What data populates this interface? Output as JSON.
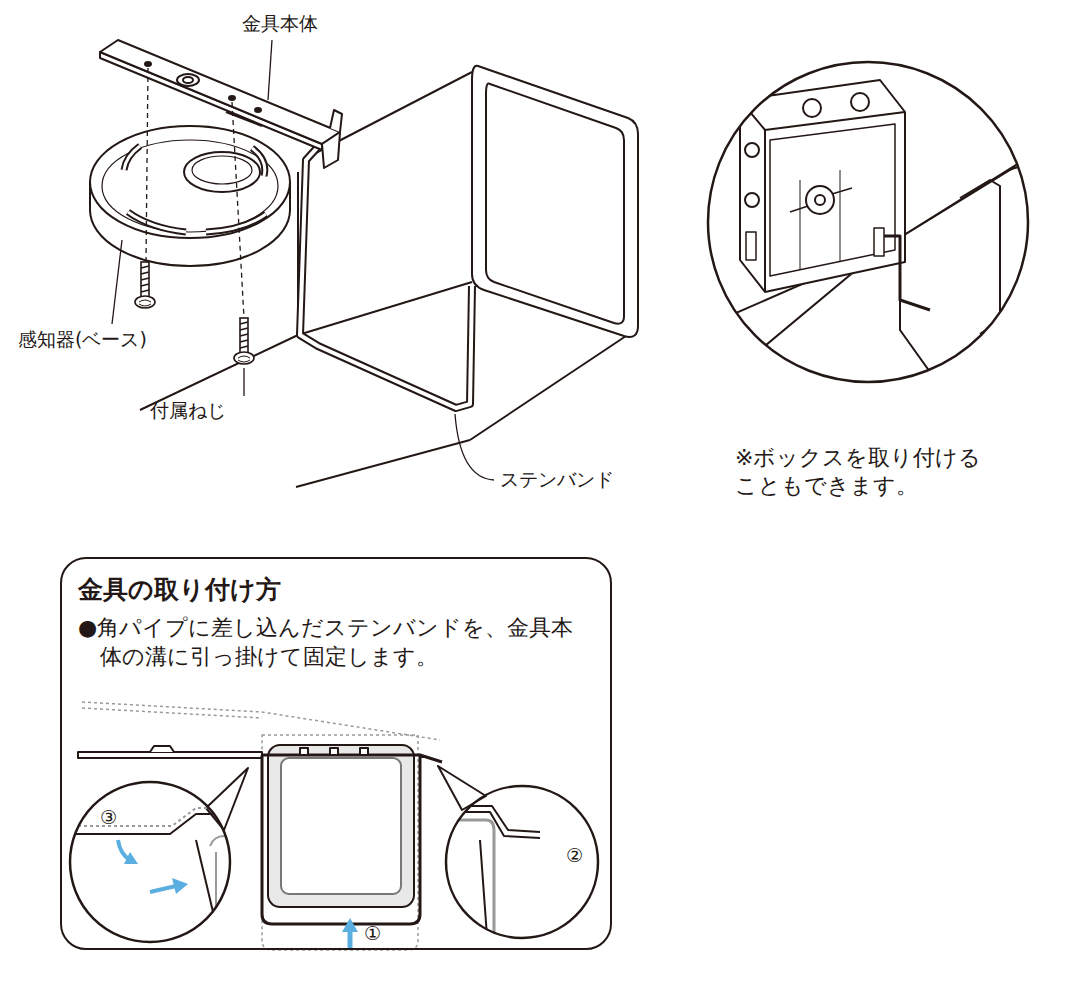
{
  "diagram": {
    "nodes": [
      {
        "text": [
          "金具の取り付け方",
          "●角パイプに差し込んだステンバンドを、金具本体の溝に引っ掛けて固定します。"
        ]
      }
    ],
    "labels": [
      "金具本体",
      "感知器(ベース)",
      "付属ねじ",
      "ステンバンド",
      "※ボックスを取り付ける こともできます。",
      "③",
      "②",
      "①"
    ]
  }
}
